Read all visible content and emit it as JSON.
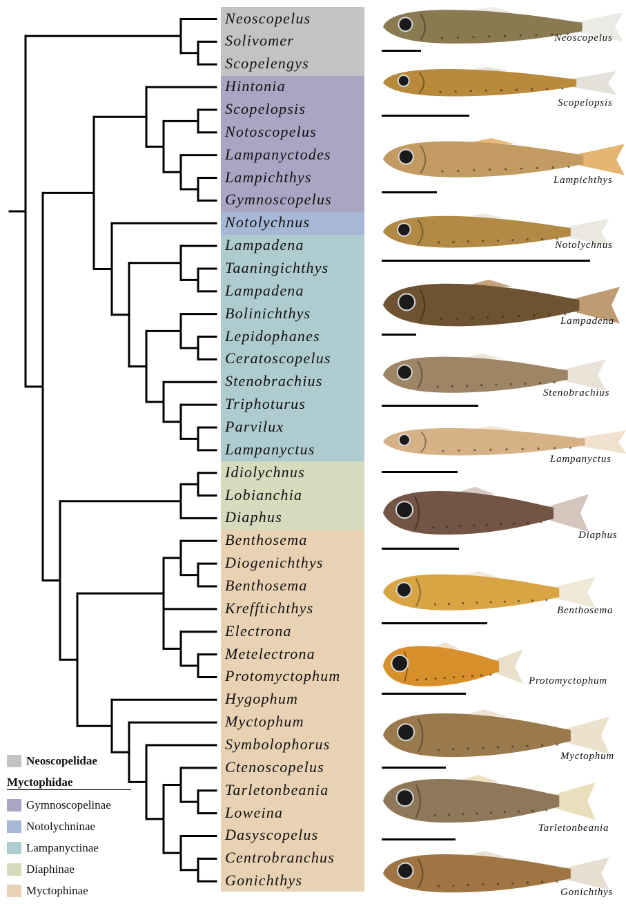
{
  "taxa": [
    "Neoscopelus",
    "Solivomer",
    "Scopelengys",
    "Hintonia",
    "Scopelopsis",
    "Notoscopelus",
    "Lampanyctodes",
    "Lampichthys",
    "Gymnoscopelus",
    "Notolychnus",
    "Lampadena",
    "Taaningichthys",
    "Lampadena",
    "Bolinichthys",
    "Lepidophanes",
    "Ceratoscopelus",
    "Stenobrachius",
    "Triphoturus",
    "Parvilux",
    "Lampanyctus",
    "Idiolychnus",
    "Lobianchia",
    "Diaphus",
    "Benthosema",
    "Diogenichthys",
    "Benthosema",
    "Krefftichthys",
    "Electrona",
    "Metelectrona",
    "Protomyctophum",
    "Hygophum",
    "Myctophum",
    "Symbolophorus",
    "Ctenoscopelus",
    "Tarletonbeania",
    "Loweina",
    "Dasyscopelus",
    "Centrobranchus",
    "Gonichthys"
  ],
  "groups": {
    "neoscopelidae": {
      "label": "Neoscopelidae",
      "color": "#c3c3c3"
    },
    "family": {
      "label": "Myctophidae"
    },
    "subfamilies": [
      {
        "label": "Gymnoscopelinae",
        "color": "#aaa5c2"
      },
      {
        "label": "Notolychninae",
        "color": "#a7b7d6"
      },
      {
        "label": "Lampanyctinae",
        "color": "#aecbcf"
      },
      {
        "label": "Diaphinae",
        "color": "#d5dbbd"
      },
      {
        "label": "Myctophinae",
        "color": "#e9d2b4"
      }
    ]
  },
  "photos": [
    {
      "label": "Neoscopelus",
      "icon": "fish-photo",
      "body_color": "#8a7a52",
      "fin_color": "#e8e6e0"
    },
    {
      "label": "Scopelopsis",
      "icon": "fish-photo",
      "body_color": "#b98a3c",
      "fin_color": "#dfdcd5"
    },
    {
      "label": "Lampichthys",
      "icon": "fish-photo",
      "body_color": "#c39b62",
      "fin_color": "#e0a85a"
    },
    {
      "label": "Notolychnus",
      "icon": "fish-photo",
      "body_color": "#b28a45",
      "fin_color": "#e8e4da"
    },
    {
      "label": "Lampadena",
      "icon": "fish-photo",
      "body_color": "#6e5332",
      "fin_color": "#b3895a"
    },
    {
      "label": "Stenobrachius",
      "icon": "fish-photo",
      "body_color": "#9e8566",
      "fin_color": "#e4ddd0"
    },
    {
      "label": "Lampanyctus",
      "icon": "fish-photo",
      "body_color": "#d7b186",
      "fin_color": "#ecdcc6"
    },
    {
      "label": "Diaphus",
      "icon": "fish-photo",
      "body_color": "#735546",
      "fin_color": "#cdbcb0"
    },
    {
      "label": "Benthosema",
      "icon": "fish-photo",
      "body_color": "#d9a443",
      "fin_color": "#ece4d0"
    },
    {
      "label": "Protomyctophum",
      "icon": "fish-photo",
      "body_color": "#d8902c",
      "fin_color": "#e6dac2"
    },
    {
      "label": "Myctophum",
      "icon": "fish-photo",
      "body_color": "#9a7a4c",
      "fin_color": "#e8dcc4"
    },
    {
      "label": "Tarletonbeania",
      "icon": "fish-photo",
      "body_color": "#8f7859",
      "fin_color": "#e8d8b0"
    },
    {
      "label": "Gonichthys",
      "icon": "fish-photo",
      "body_color": "#a07543",
      "fin_color": "#e2d8c8"
    }
  ]
}
